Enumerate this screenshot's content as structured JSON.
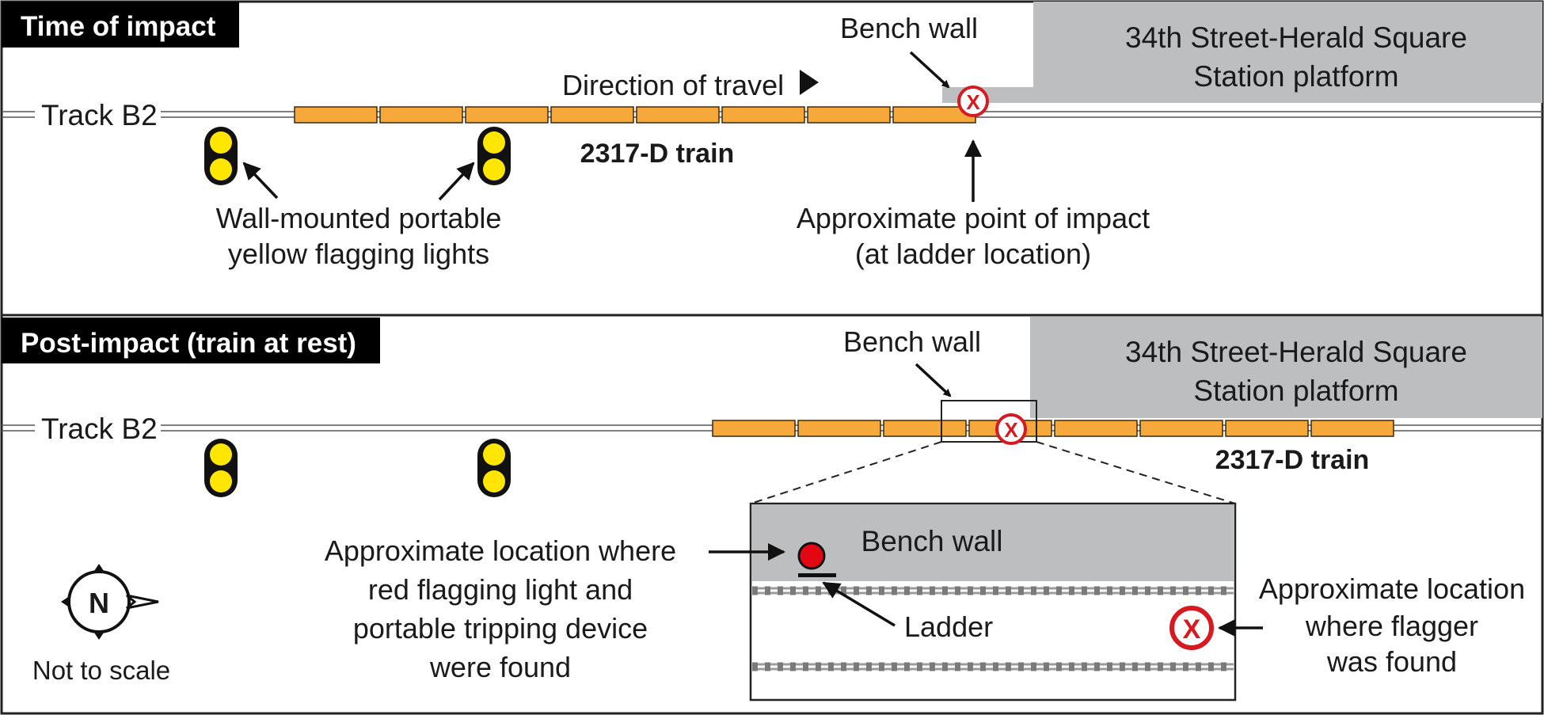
{
  "colors": {
    "car": "#f6a83a",
    "platform": "#bdbec0",
    "header_bg": "#000000",
    "impact_red": "#d71920",
    "signal_yellow": "#ffe600"
  },
  "top_panel": {
    "header": "Time of impact",
    "track_label": "Track B2",
    "direction_label": "Direction of travel",
    "train_label": "2317-D train",
    "bench_wall_label": "Bench wall",
    "platform_label": [
      "34th Street-Herald Square",
      "Station platform"
    ],
    "lights_label": [
      "Wall-mounted portable",
      "yellow flagging lights"
    ],
    "impact_label": [
      "Approximate point of impact",
      "(at ladder location)"
    ],
    "impact_marker": "X",
    "car_count": 8
  },
  "bottom_panel": {
    "header": "Post-impact (train at rest)",
    "track_label": "Track B2",
    "train_label": "2317-D train",
    "bench_wall_label": "Bench wall",
    "platform_label": [
      "34th Street-Herald Square",
      "Station platform"
    ],
    "impact_marker": "X",
    "car_count": 8,
    "inset": {
      "bench_wall_label": "Bench wall",
      "ladder_label": "Ladder",
      "red_light_label": [
        "Approximate location where",
        "red flagging light and",
        "portable tripping device",
        "were found"
      ],
      "flagger_label": [
        "Approximate location",
        "where flagger",
        "was found"
      ],
      "flagger_marker": "X"
    },
    "compass_letter": "N",
    "scale_note": "Not to scale"
  }
}
